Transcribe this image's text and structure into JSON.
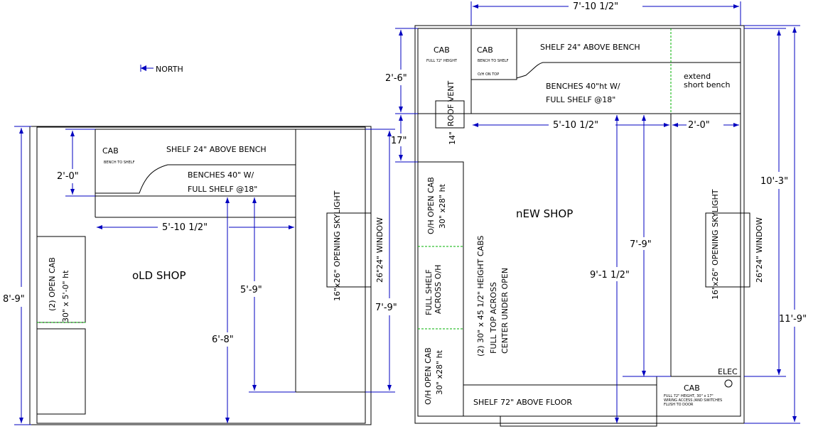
{
  "colors": {
    "wall": "#000000",
    "dimension": "#0000c0",
    "divider": "#00b000",
    "background": "#ffffff"
  },
  "north": {
    "label": "NORTH"
  },
  "old_shop": {
    "title": "oLD SHOP",
    "cab_label": "CAB",
    "cab_note": "BENCH TO SHELF",
    "shelf_label": "SHELF 24\" ABOVE BENCH",
    "benches_line1": "BENCHES 40\"  W/",
    "benches_line2": "FULL SHELF @18\"",
    "open_cab_line1": "(2) OPEN CAB",
    "open_cab_line2": "30\" x 5'-0\" ht",
    "skylight": "16\"x26\" OPENING SKYLIGHT",
    "window": "26\"24\" WINDOW",
    "dims": {
      "overall_height": "8'-9\"",
      "bench_depth": "2'-0\"",
      "bench_length": "5'-10 1/2\"",
      "clear_a": "5'-9\"",
      "clear_b": "6'-8\"",
      "wall_height": "7'-9\""
    }
  },
  "new_shop": {
    "title": "nEW SHOP",
    "cab1_label": "CAB",
    "cab1_note": "FULL 72\" HEIGHT",
    "cab2_label": "CAB",
    "cab2_note1": "BENCH TO SHELF",
    "cab2_note2": "O/H ON TOP",
    "shelf_label": "SHELF 24\" ABOVE BENCH",
    "benches_line1": "BENCHES 40\"ht  W/",
    "benches_line2": "FULL SHELF @18\"",
    "extend_line1": "extend",
    "extend_line2": "short bench",
    "roof_vent": "ROOF VENT",
    "vent_size": "14\"",
    "oh_cab_top_line1": "O/H OPEN CAB",
    "oh_cab_top_line2": "30\" x28\" ht",
    "full_shelf_line1": "FULL SHELF",
    "full_shelf_line2": "ACROSS O/H",
    "oh_cab_bottom_line1": "O/H OPEN CAB",
    "oh_cab_bottom_line2": "30\" x28\" ht",
    "height_cabs_line1": "(2) 30\" x 45 1/2\" HEIGHT CABS",
    "height_cabs_line2": "FULL TOP ACROSS",
    "height_cabs_line3": "CENTER UNDER OPEN",
    "floor_shelf": "SHELF 72\" ABOVE FLOOR",
    "cab3_label": "CAB",
    "cab3_note1": "FULL 72\" HEIGHT, 30\" x 17\"",
    "cab3_note2": "WIRING ACCESS /AND SWITCHES",
    "cab3_note3": "FLUSH TO DOOR",
    "elec": "ELEC",
    "skylight": "16\"x26\" OPENING SKYLIGHT",
    "window": "26\"24\" WINDOW",
    "dims": {
      "top_width": "7'-10 1/2\"",
      "bench_depth": "2'-6\"",
      "gap": "17\"",
      "bench_length": "5'-10 1/2\"",
      "extend_length": "2'-0\"",
      "inner_height": "7'-9\"",
      "clear_height": "9'-1 1/2\"",
      "right_upper": "10'-3\"",
      "right_overall": "11'-9\""
    }
  }
}
